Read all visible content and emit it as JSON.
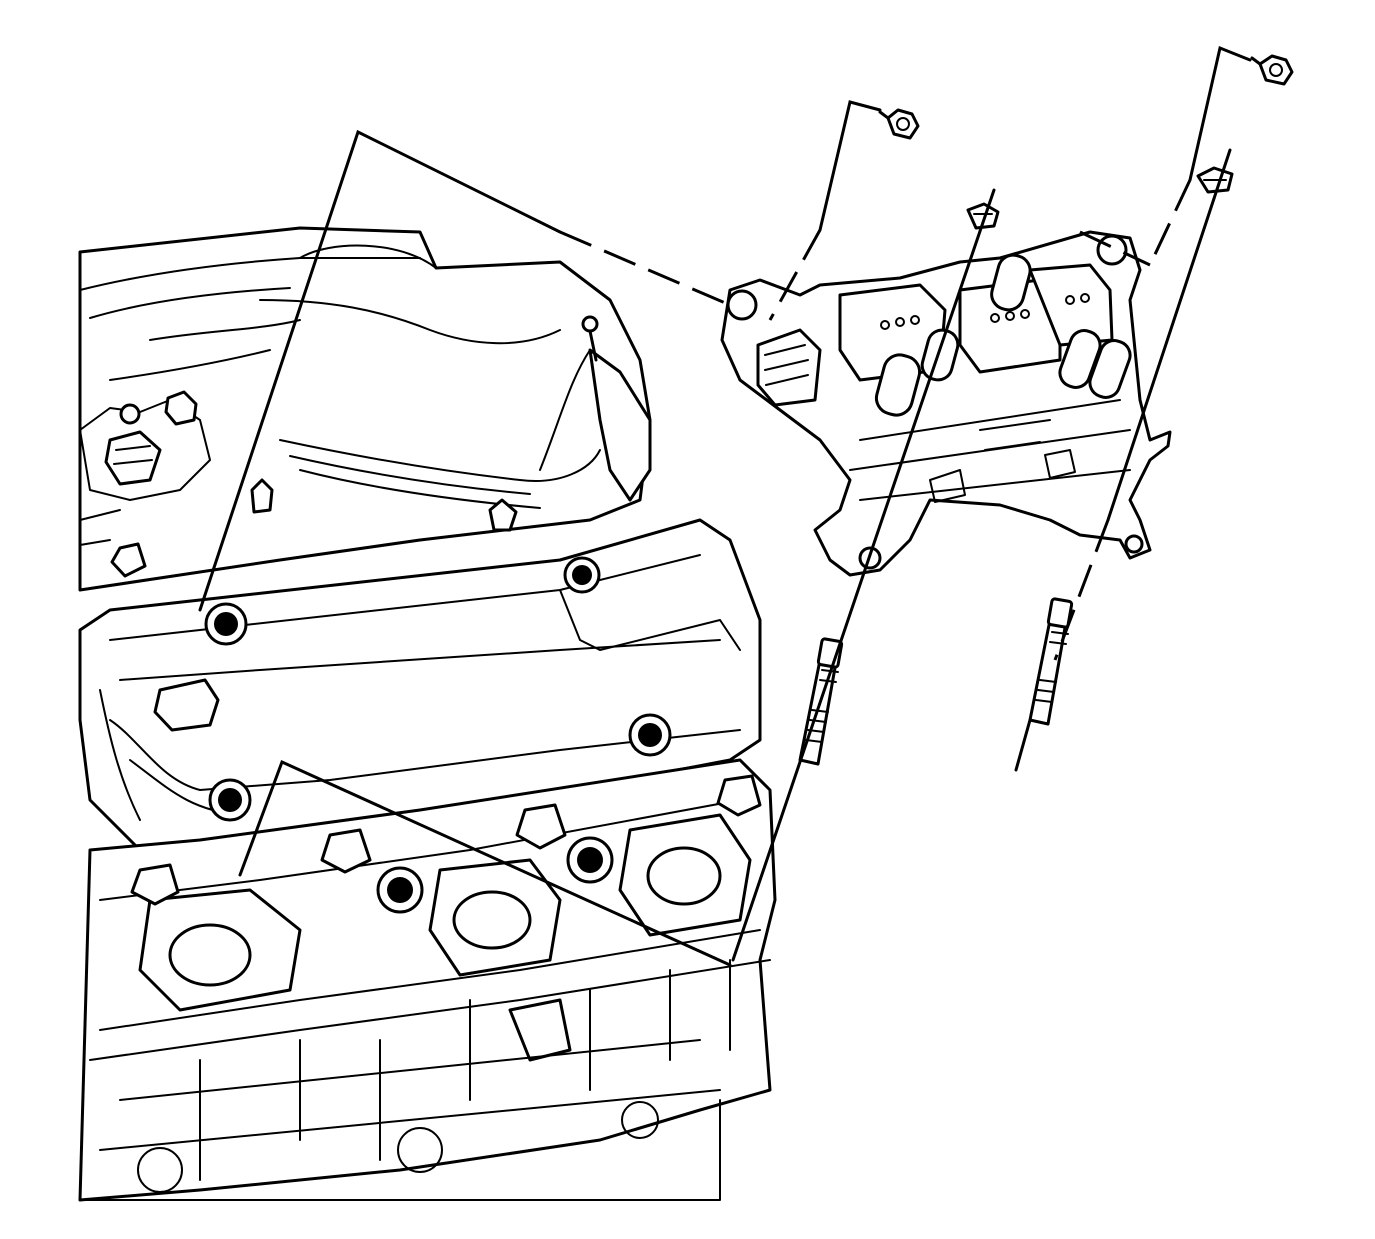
{
  "diagram": {
    "kind": "exploded-view line illustration",
    "parts": [
      "engine-cylinder-head",
      "valve-cover",
      "intake-manifold-cover",
      "ignition-coil-bracket-assembly",
      "bracket-bolt",
      "bracket-stud",
      "stud-nut-clip"
    ],
    "colors": {
      "line": "#000000",
      "background": "#ffffff"
    }
  }
}
